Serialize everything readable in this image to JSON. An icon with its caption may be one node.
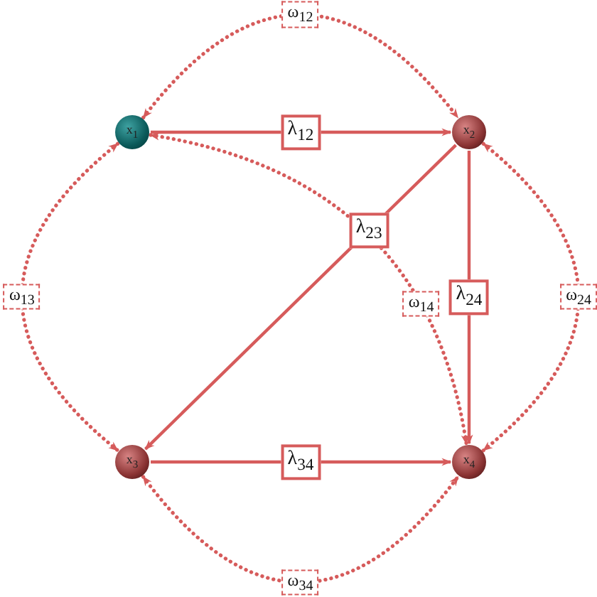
{
  "diagram": {
    "nodes": [
      {
        "text": [
          "x$_{1}$"
        ]
      },
      {
        "text": [
          "x$_{2}$"
        ]
      },
      {
        "text": [
          "x$_{3}$"
        ]
      },
      {
        "text": [
          "x$_{4}$"
        ]
      }
    ],
    "edges": [
      {
        "from": 0,
        "to": 1,
        "arrow": "to",
        "label": "λ$_{12}$"
      },
      {
        "from": 1,
        "to": 2,
        "arrow": "to",
        "label": "λ$_{23}$"
      },
      {
        "from": 1,
        "to": 3,
        "arrow": "to",
        "label": "λ$_{24}$"
      },
      {
        "from": 2,
        "to": 3,
        "arrow": "to",
        "label": "λ$_{34}$"
      },
      {
        "from": 0,
        "to": 1,
        "arrow": "both",
        "label": "ω$_{12}$",
        "style": "dashed"
      },
      {
        "from": 0,
        "to": 2,
        "arrow": "both",
        "label": "ω$_{13}$",
        "style": "dashed"
      },
      {
        "from": 0,
        "to": 3,
        "arrow": "both",
        "label": "ω$_{14}$",
        "style": "dashed"
      },
      {
        "from": 1,
        "to": 3,
        "arrow": "both",
        "label": "ω$_{24}$",
        "style": "dashed"
      },
      {
        "from": 2,
        "to": 3,
        "arrow": "both",
        "label": "ω$_{34}$",
        "style": "dashed"
      }
    ]
  }
}
